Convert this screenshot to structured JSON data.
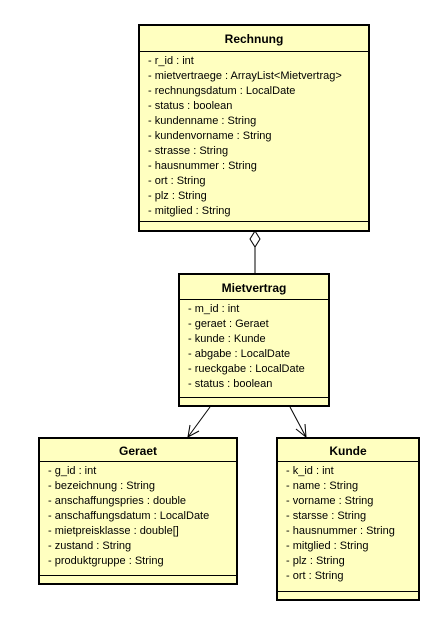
{
  "classes": {
    "rechnung": {
      "name": "Rechnung",
      "attributes": [
        "- r_id : int",
        "- mietvertraege : ArrayList<Mietvertrag>",
        "- rechnungsdatum : LocalDate",
        "- status : boolean",
        "- kundenname : String",
        "- kundenvorname : String",
        "- strasse : String",
        "- hausnummer : String",
        "- ort : String",
        "- plz : String",
        "- mitglied : String"
      ]
    },
    "mietvertrag": {
      "name": "Mietvertrag",
      "attributes": [
        "- m_id : int",
        "- geraet : Geraet",
        "- kunde : Kunde",
        "- abgabe : LocalDate",
        "- rueckgabe : LocalDate",
        "- status : boolean"
      ]
    },
    "geraet": {
      "name": "Geraet",
      "attributes": [
        "- g_id : int",
        "- bezeichnung : String",
        "- anschaffungspries : double",
        "- anschaffungsdatum : LocalDate",
        "- mietpreisklasse : double[]",
        "- zustand : String",
        "- produktgruppe : String"
      ]
    },
    "kunde": {
      "name": "Kunde",
      "attributes": [
        "- k_id : int",
        "- name : String",
        "- vorname : String",
        "- starsse : String",
        "- hausnummer : String",
        "- mitglied : String",
        "- plz : String",
        "- ort : String"
      ]
    }
  },
  "relations": [
    {
      "from": "Rechnung",
      "to": "Mietvertrag",
      "kind": "aggregation"
    },
    {
      "from": "Mietvertrag",
      "to": "Geraet",
      "kind": "navigable association"
    },
    {
      "from": "Mietvertrag",
      "to": "Kunde",
      "kind": "navigable association"
    }
  ],
  "colors": {
    "class_fill": "#ffffc0",
    "border": "#000000",
    "shadow": "#d0d0d0"
  }
}
